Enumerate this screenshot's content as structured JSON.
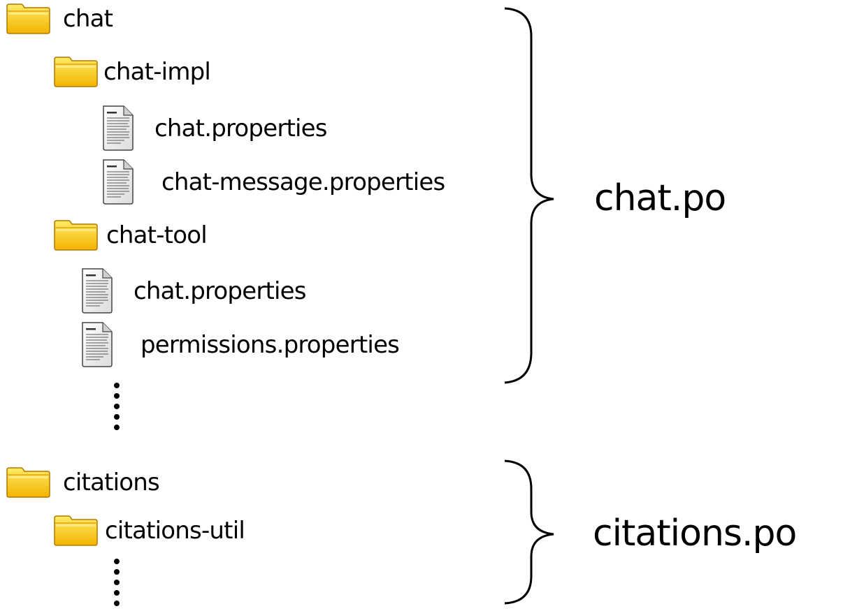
{
  "tree": {
    "chat": "chat",
    "chat_impl": "chat-impl",
    "chat_impl_file_1": "chat.properties",
    "chat_impl_file_2": "chat-message.properties",
    "chat_tool": "chat-tool",
    "chat_tool_file_1": "chat.properties",
    "chat_tool_file_2": "permissions.properties",
    "citations": "citations",
    "citations_util": "citations-util"
  },
  "outputs": {
    "chat_po": "chat.po",
    "citations_po": "citations.po"
  },
  "icons": {
    "folder": "folder-icon",
    "document": "document-icon"
  },
  "colors": {
    "folder_light": "#ffe14a",
    "folder_dark": "#e8a300",
    "folder_edge": "#a87000"
  }
}
